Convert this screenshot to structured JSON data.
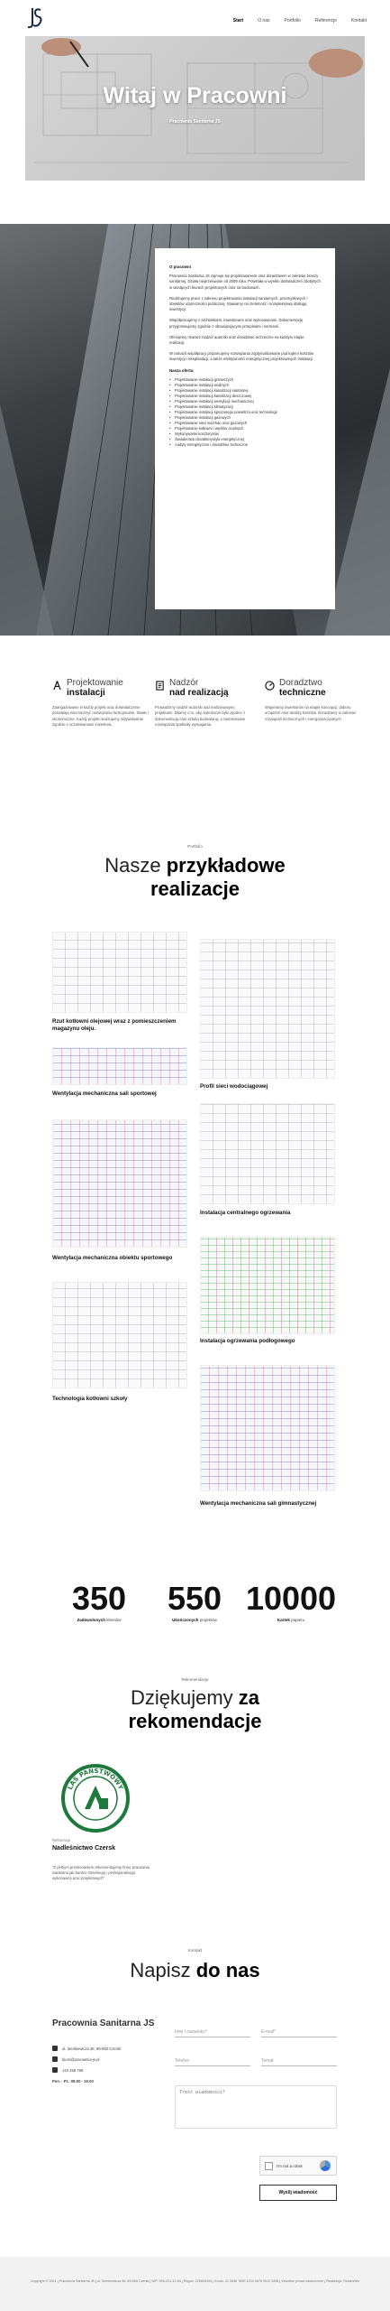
{
  "nav": {
    "items": [
      "Start",
      "O nas",
      "Portfolio",
      "Referencje",
      "Kontakt"
    ],
    "active": 0
  },
  "hero": {
    "title": "Witaj w Pracowni",
    "subtitle": "Pracownia Sanitarna JS"
  },
  "about": {
    "paragraphs": [
      "O pracowni",
      "Pracownia Sanitarna JS zajmuje się projektowaniem oraz doradztwem w zakresie branży sanitarnej. Działa nieprzerwanie od 2009 roku. Powstała w wyniku doświadczeń zdobytych w wiodących biurach projektowych oraz na budowach.",
      "Realizujemy prace z zakresu projektowania instalacji sanitarnych, przemysłowych i obiektów użyteczności publicznej. Stawiamy na rzetelność i kompleksową obsługę inwestycji.",
      "Współpracujemy z architektami, inwestorami oraz wykonawcami. Dokumentację przygotowujemy zgodnie z obowiązującymi przepisami i normami.",
      "Oferujemy również nadzór autorski oraz doradztwo techniczne na każdym etapie realizacji.",
      "W ramach współpracy proponujemy rozwiązania zoptymalizowane pod kątem kosztów inwestycji i eksploatacji, a także efektywności energetycznej projektowanych instalacji."
    ],
    "list_label": "Nasza oferta:",
    "list": [
      "Projektowanie instalacji grzewczych",
      "Projektowanie instalacji wodnych",
      "Projektowanie instalacji kanalizacji sanitarnej",
      "Projektowanie instalacji kanalizacji deszczowej",
      "Projektowanie instalacji wentylacji mechanicznej",
      "Projektowanie instalacji klimatyzacji",
      "Projektowanie instalacji sprężonego powietrza oraz technologii",
      "Projektowanie instalacji gazowych",
      "Projektowanie sieci wod-kan oraz gazowych",
      "Projektowanie kotłowni i węzłów cieplnych",
      "Wykonywanie kosztorysów",
      "Świadectwa charakterystyki energetycznej",
      "Audyty energetyczne i doradztwo techniczne"
    ]
  },
  "services": [
    {
      "t1": "Projektowanie",
      "t2": "instalacji",
      "desc": "Zaangażowanie w każdy projekt oraz doświadczenie pozwalają nam tworzyć rozwiązania funkcjonalne, trwałe i ekonomiczne. Każdy projekt realizujemy indywidualnie zgodnie z oczekiwaniami inwestora."
    },
    {
      "t1": "Nadzór",
      "t2": "nad realizacją",
      "desc": "Prowadzimy nadzór autorski nad realizowanymi projektami. Dbamy o to, aby wykonanie było zgodne z dokumentacją oraz sztuką budowlaną, a zastosowane rozwiązania spełniały wymagania."
    },
    {
      "t1": "Doradztwo",
      "t2": "techniczne",
      "desc": "Wspieramy inwestorów na etapie koncepcji, doboru urządzeń oraz analizy kosztów. Doradzamy w zakresie rozwiązań technicznych i energooszczędnych."
    }
  ],
  "portfolio": {
    "eyebrow": "Portfolio",
    "title_light": "Nasze ",
    "title_bold": "przykładowe",
    "title_line2": "realizacje",
    "items": [
      "Rzut kotłowni olejowej wraz z pomieszczeniem magazynu oleju.",
      "Profil sieci wodociągowej",
      "Wentylacja mechaniczna sali sportowej",
      "Instalacja centralnego ogrzewania",
      "Wentylacja mechaniczna obiektu sportowego",
      "Instalacja ogrzewania podłogowego",
      "Technologia kotłowni szkoły",
      "Wentylacja mechaniczna sali gimnastycznej"
    ]
  },
  "stats": [
    {
      "value": "350",
      "label_bold": "Zadowolonych",
      "label_rest": " klientów"
    },
    {
      "value": "550",
      "label_bold": "Ukończonych",
      "label_rest": " projektów"
    },
    {
      "value": "10000",
      "label_bold": "Kartek",
      "label_rest": " papieru"
    }
  ],
  "recommendations": {
    "eyebrow": "Rekomendacje",
    "title_light": "Dziękujemy ",
    "title_bold": "za",
    "title_line2": "rekomendacje",
    "logo_text": "LAS PAŃSTWOWY",
    "small": "Referencje",
    "name": "Nadleśnictwo Czersk",
    "desc": "\"Z pełnym przekonaniem rekomendujemy firmę pracownia Sanitarna jak bardzo rzetelnego i profesjonalnego wykonawcę prac projektowych\""
  },
  "contact": {
    "eyebrow": "Kontakt",
    "title_light": "Napisz ",
    "title_bold": "do nas",
    "company": "Pracownia Sanitarna JS",
    "address": "ul. Sienkiewicza 36, 89-650 Czersk",
    "email": "biuro@pracownia-js.pl",
    "phone": "123 456 789",
    "hours": "Pon. - Pt.: 08:00 - 16:00",
    "placeholders": {
      "name": "Imię i nazwisko*",
      "email": "E-mail*",
      "phone": "Telefon",
      "subject": "Temat",
      "message": "Treść wiadomości*"
    },
    "captcha_label": "I'm not a robot",
    "send": "Wyślij wiadomość"
  },
  "footer": {
    "text": "Copyright © 2021 | Pracownia Sanitarna JS | ul. Sienkiewicza 36, 89-650 Czersk | NIP: 555-201-13-64 | Regon: 220826394 | Konto: 12 3456 7890 1234 5678 9012 3456 | Wszelkie prawa zastrzeżone | Realizacja: StudioWeb"
  }
}
